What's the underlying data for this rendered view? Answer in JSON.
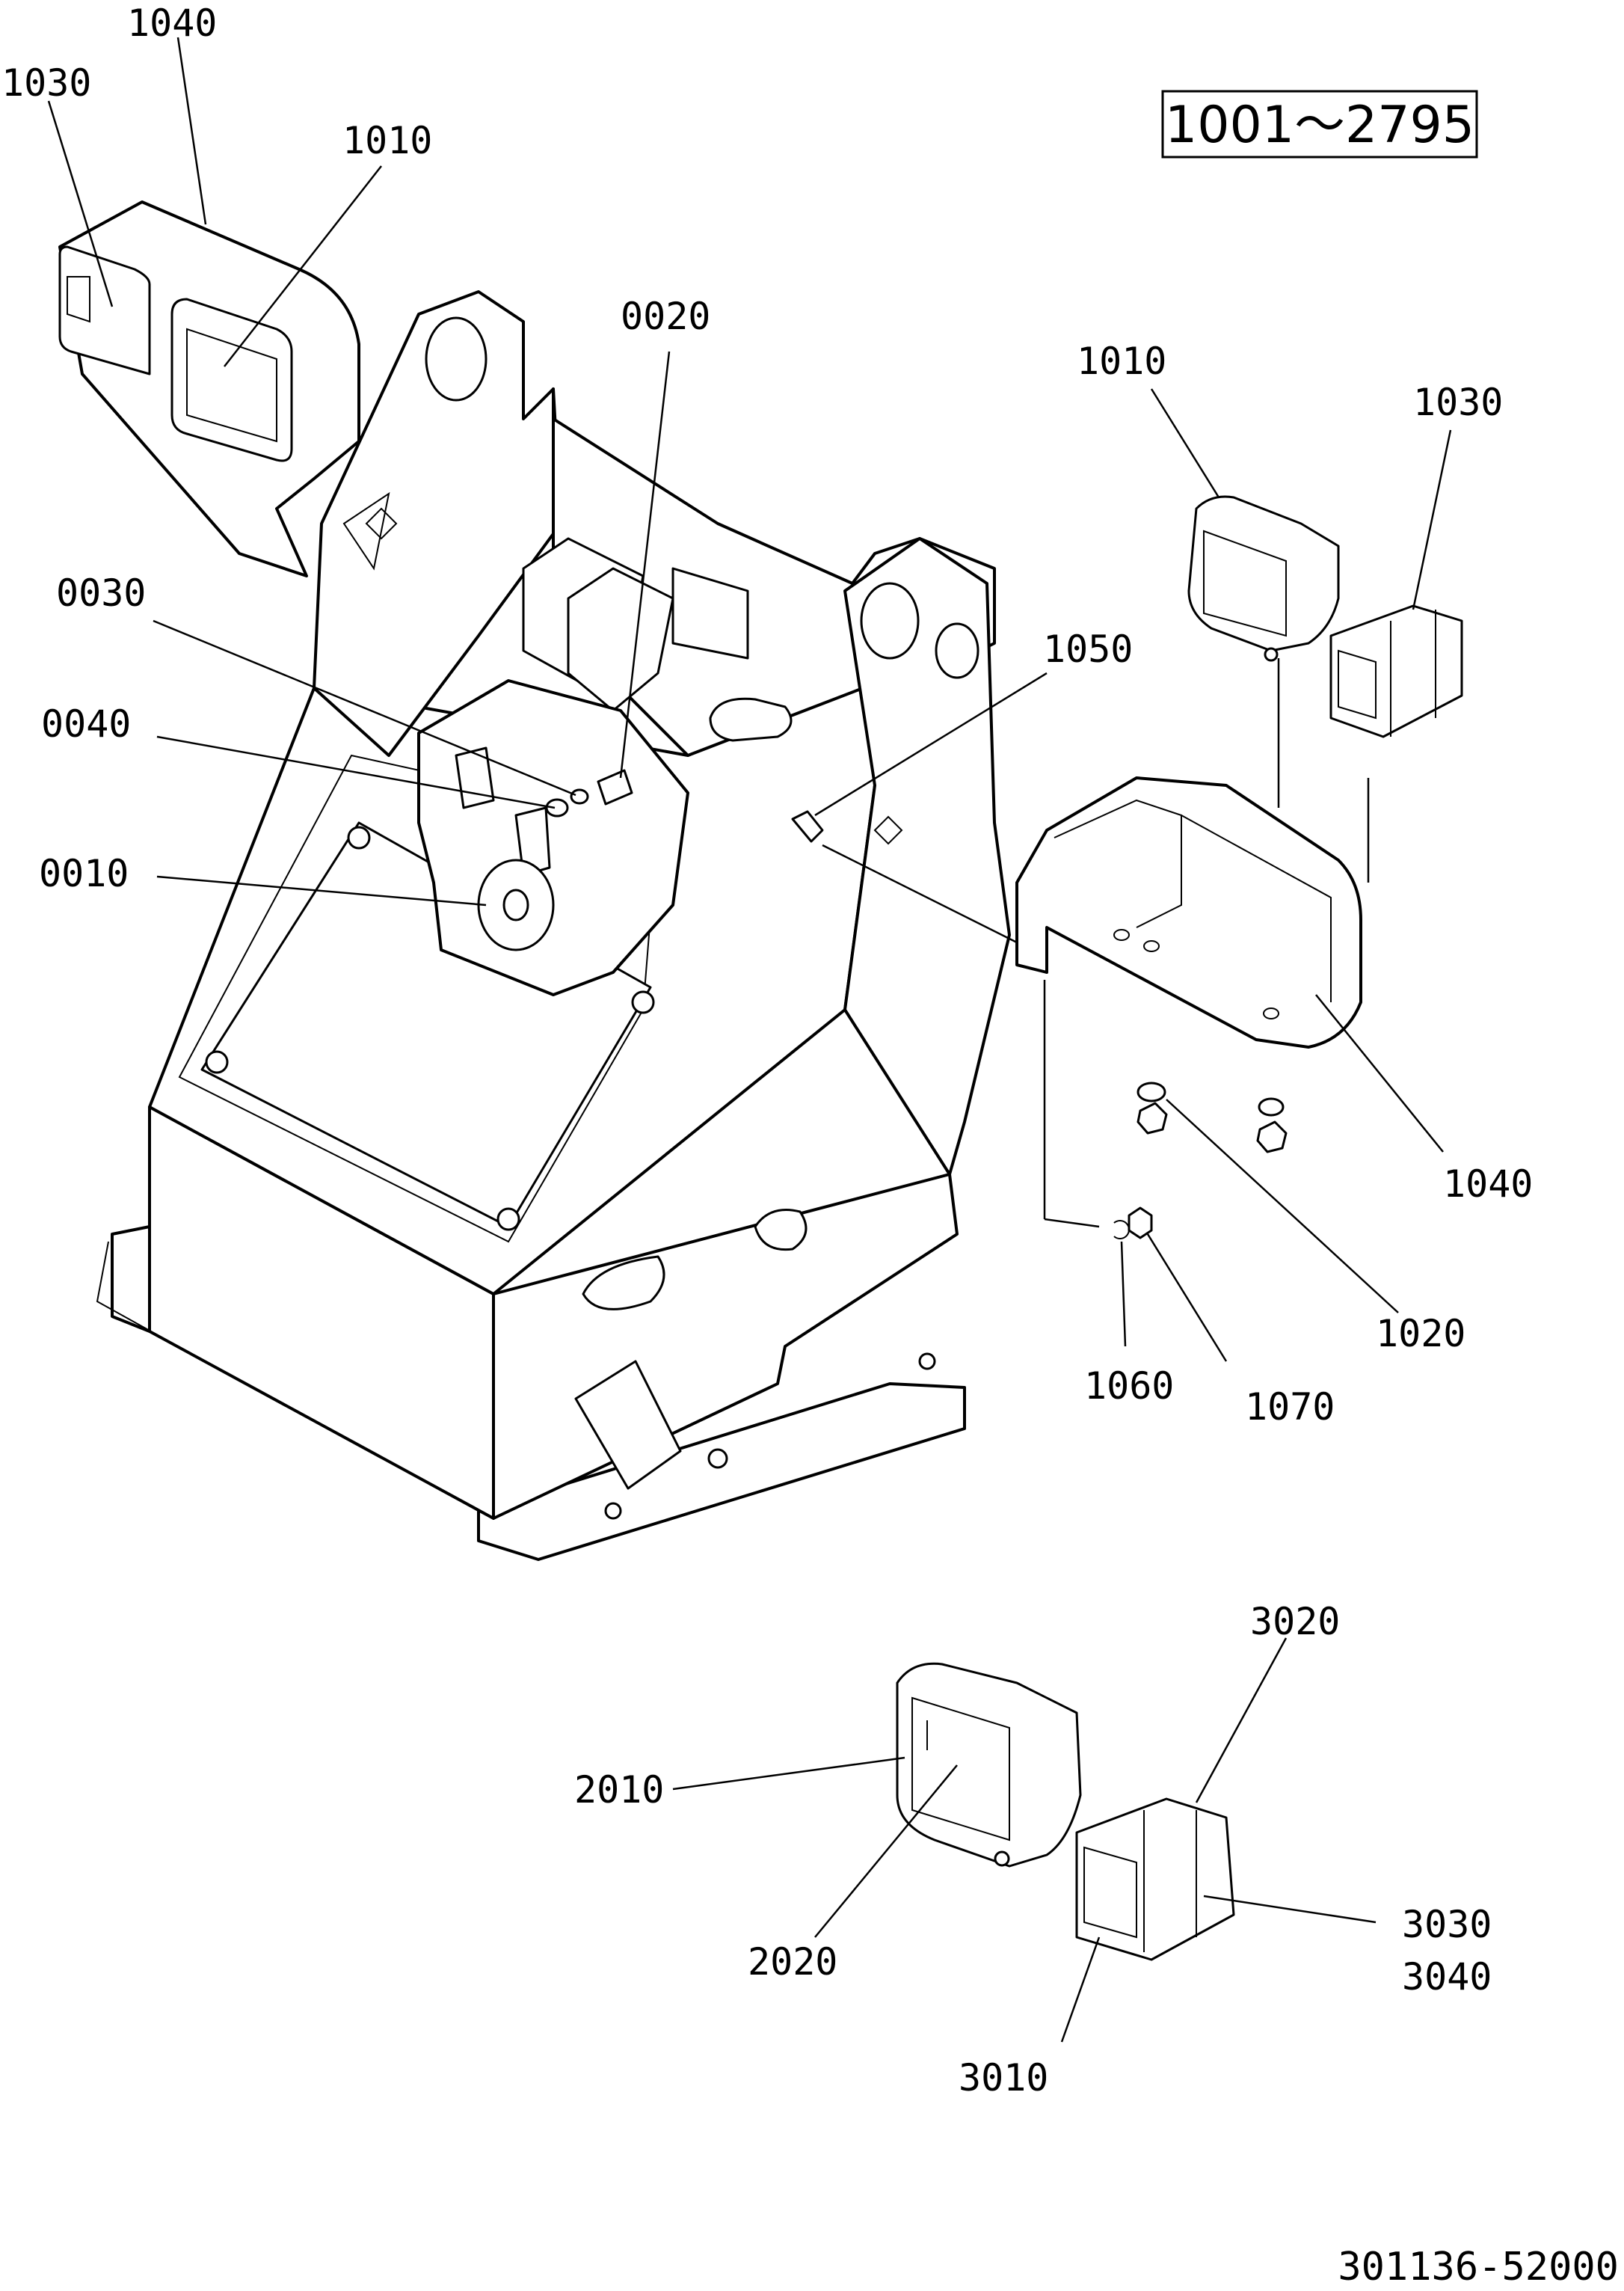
{
  "serial_range": "1001～2795",
  "document_number": "301136-52000",
  "callouts": {
    "c1040_top": "1040",
    "c1030_top": "1030",
    "c1010_top": "1010",
    "c0020": "0020",
    "c0030": "0030",
    "c0040": "0040",
    "c0010": "0010",
    "c1010_right": "1010",
    "c1030_right": "1030",
    "c1050": "1050",
    "c1040_right": "1040",
    "c1020": "1020",
    "c1060": "1060",
    "c1070": "1070",
    "c3020": "3020",
    "c2010": "2010",
    "c3030": "3030",
    "c3040": "3040",
    "c2020": "2020",
    "c3010": "3010"
  }
}
